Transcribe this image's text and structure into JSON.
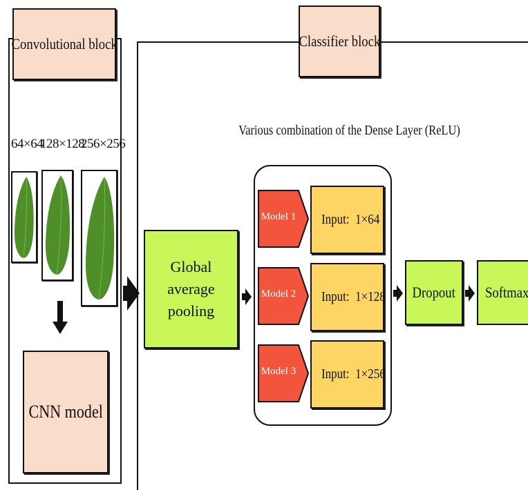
{
  "convolutional_block": {
    "title": "Convolutional block",
    "image_sizes": [
      "64×64",
      "128×128",
      "256×256"
    ],
    "cnn_label": "CNN model"
  },
  "classifier_block": {
    "title": "Classifier block",
    "dense_caption": "Various combination of the Dense Layer (ReLU)",
    "gap_label": "Global average pooling",
    "models": [
      {
        "name": "Model 1",
        "input": "Input:  1×64"
      },
      {
        "name": "Model 2",
        "input": "Input:  1×128"
      },
      {
        "name": "Model 3",
        "input": "Input:  1×256"
      }
    ],
    "dropout_label": "Dropout",
    "softmax_label": "Softmax"
  },
  "colors": {
    "peach": "#f9dcc9",
    "green": "#c9f75a",
    "yellow": "#fdd565",
    "red": "#f2553c",
    "leaf": "#4e8f2a"
  }
}
